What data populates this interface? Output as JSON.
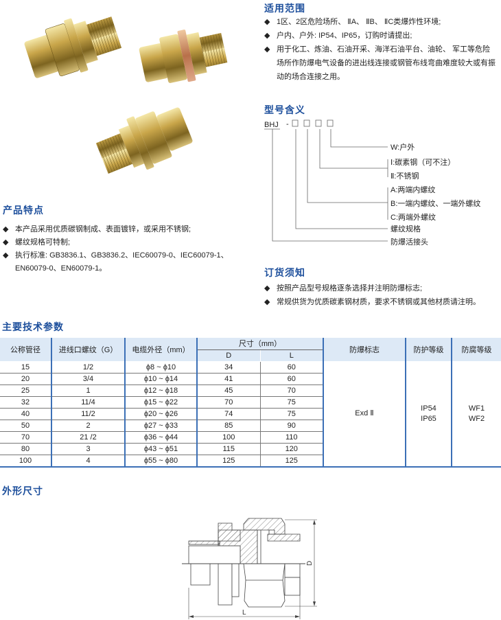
{
  "scope": {
    "title": "适用范围",
    "items": [
      "1区、2区危险场所、 ⅡA、 ⅡB、 ⅡC类爆炸性环境;",
      "户内、户外: IP54、IP65，订购时请提出;",
      "用于化工、炼油、石油开采、海洋石油平台、油轮、 军工等危险场所作防爆电气设备的进出线连接或钢管布线弯曲难度较大或有振动的场合连接之用。"
    ]
  },
  "model": {
    "title": "型号含义",
    "prefix": "BHJ",
    "dash": "-",
    "labels": {
      "w": "W:户外",
      "i": "Ⅰ:碳素钢（可不注）",
      "ii": "Ⅱ:不锈钢",
      "a": "A:两端内螺纹",
      "b": "B:一端内螺纹、一端外螺纹",
      "c": "C:两端外螺纹",
      "thread": "螺纹规格",
      "name": "防爆活接头"
    }
  },
  "features": {
    "title": "产品特点",
    "items": [
      "本产品采用优质碳钢制成、表面镀锌，或采用不锈钢;",
      "螺纹规格可特制;",
      "执行标准: GB3836.1、GB3836.2、IEC60079-0、IEC60079-1、EN60079-0、EN60079-1。"
    ]
  },
  "order": {
    "title": "订货须知",
    "items": [
      "按照产品型号规格逐条选择并注明防爆标志;",
      "常规供货为优质碳素钢材质，要求不锈钢或其他材质请注明。"
    ]
  },
  "specs": {
    "title": "主要技术参数",
    "headers": {
      "nominal": "公称管径",
      "thread": "进线口螺纹（G）",
      "cable": "电缆外径（mm）",
      "size": "尺寸（mm）",
      "d": "D",
      "l": "L",
      "ex": "防爆标志",
      "ip": "防护等级",
      "wf": "防腐等级"
    },
    "rows": [
      [
        "15",
        "1/2",
        "ϕ8 ~ ϕ10",
        "34",
        "60"
      ],
      [
        "20",
        "3/4",
        "ϕ10 ~ ϕ14",
        "41",
        "60"
      ],
      [
        "25",
        "1",
        "ϕ12 ~ ϕ18",
        "45",
        "70"
      ],
      [
        "32",
        "11/4",
        "ϕ15 ~ ϕ22",
        "70",
        "75"
      ],
      [
        "40",
        "11/2",
        "ϕ20 ~ ϕ26",
        "74",
        "75"
      ],
      [
        "50",
        "2",
        "ϕ27 ~ ϕ33",
        "85",
        "90"
      ],
      [
        "70",
        "21 /2",
        "ϕ36 ~ ϕ44",
        "100",
        "110"
      ],
      [
        "80",
        "3",
        "ϕ43 ~ ϕ51",
        "115",
        "120"
      ],
      [
        "100",
        "4",
        "ϕ55 ~ ϕ80",
        "125",
        "125"
      ]
    ],
    "ex": "Exd Ⅱ",
    "ip": [
      "IP54",
      "IP65"
    ],
    "wf": [
      "WF1",
      "WF2"
    ]
  },
  "dims": {
    "title": "外形尺寸",
    "d_label": "D",
    "l_label": "L"
  }
}
